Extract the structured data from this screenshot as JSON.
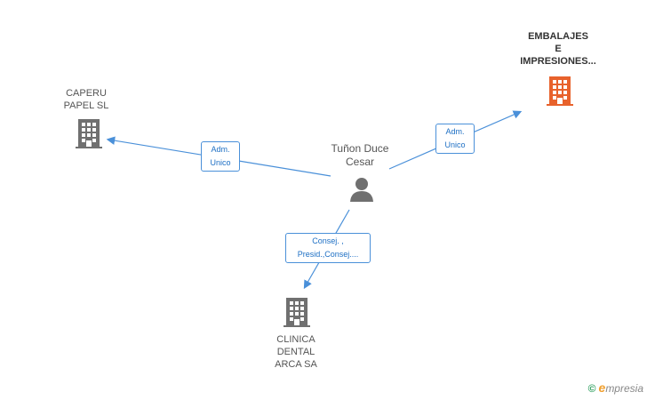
{
  "nodes": {
    "embalajes": {
      "lines": [
        "EMBALAJES",
        "E",
        "IMPRESIONES..."
      ],
      "color": "#e8622c"
    },
    "caperu": {
      "lines": [
        "CAPERU",
        "PAPEL  SL"
      ],
      "color": "#707070"
    },
    "person": {
      "lines": [
        "Tuñon Duce",
        "Cesar"
      ],
      "color": "#707070"
    },
    "clinica": {
      "lines": [
        "CLINICA",
        "DENTAL",
        "ARCA SA"
      ],
      "color": "#707070"
    }
  },
  "edges": {
    "to_embalajes": {
      "lines": [
        "Adm.",
        "Unico"
      ]
    },
    "to_caperu": {
      "lines": [
        "Adm.",
        "Unico"
      ]
    },
    "to_clinica": {
      "lines": [
        "Consej. ,",
        "Presid.,Consej...."
      ]
    }
  },
  "watermark": {
    "copyright": "©",
    "brand_initial": "e",
    "brand_rest": "mpresia"
  },
  "colors": {
    "edge": "#4a90d9",
    "highlight": "#e8622c",
    "node": "#707070"
  }
}
